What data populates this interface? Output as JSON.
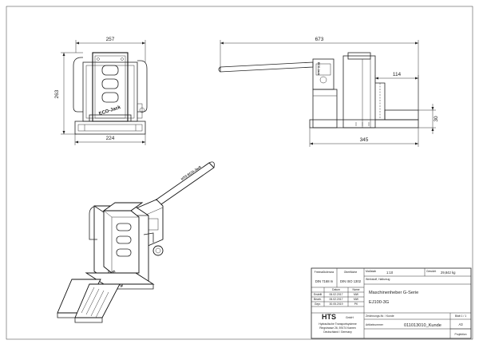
{
  "front_view": {
    "width_top": "257",
    "height": "263",
    "width_bottom": "224",
    "label": "ECO-Jack"
  },
  "side_view": {
    "overall_length": "673",
    "toe_length": "114",
    "toe_height": "30",
    "base_length": "345",
    "label": "ECO-Jack"
  },
  "iso_view": {
    "label": "HTS ECO-Jack"
  },
  "title_block": {
    "tolerance_label": "Freimaßtoleranz",
    "tolerance_value": "DIN 7168 m",
    "surface_label": "Oberfläche",
    "surface_value": "DIN ISO 1302",
    "scale_label": "Maßstab",
    "scale_value": "1:10",
    "weight_label": "Gewicht",
    "weight_value": "29,842 kg",
    "material_label": "Werkstoff, Halbzeug",
    "material_value": "",
    "col_date": "Datum",
    "col_name": "Name",
    "rows": [
      {
        "label": "Erstellt",
        "date": "06.02.2017",
        "name": "MW"
      },
      {
        "label": "Bearb.",
        "date": "06.02.2017",
        "name": "MW"
      },
      {
        "label": "Gepr.",
        "date": "30.05.2019",
        "name": "PK"
      }
    ],
    "drawing_title": "Maschinenheber G-Serie",
    "drawing_subtitle": "EJ100-3G",
    "company_name": "HTS",
    "company_suffix": "GmbH",
    "company_line1": "Hydraulische Transportsysteme",
    "company_line2": "Ringstrasse 26, 59174 Kamen",
    "company_line3": "Deutschland / Germany",
    "drawing_number_label": "Zeichnungs-Nr. / Kunde",
    "article_label": "Artikelnummer",
    "article_value": "011013010_Kunde",
    "sheet_label": "Blatt 1 / 1",
    "format_value": "A3",
    "projection_label": "Projektion"
  }
}
